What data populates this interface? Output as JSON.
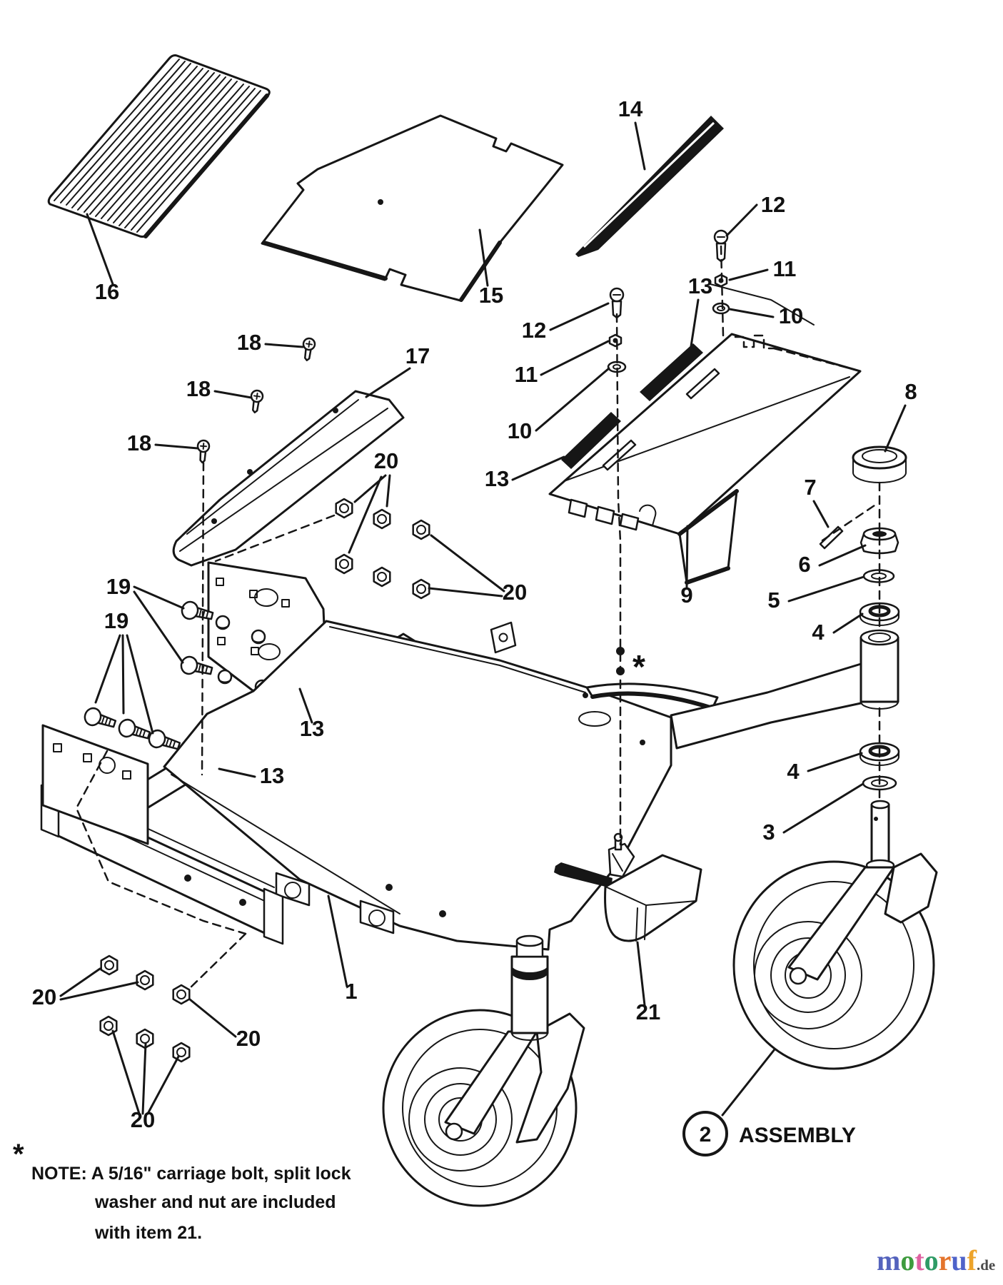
{
  "labels": {
    "1": "1",
    "2": "2",
    "3": "3",
    "4": "4",
    "5": "5",
    "6": "6",
    "7": "7",
    "8": "8",
    "9": "9",
    "10": "10",
    "11": "11",
    "12": "12",
    "13": "13",
    "14": "14",
    "15": "15",
    "16": "16",
    "17": "17",
    "18": "18",
    "19": "19",
    "20": "20",
    "21": "21"
  },
  "symbols": {
    "asterisk": "*"
  },
  "note": {
    "marker": "*",
    "line1": "NOTE: A 5/16\" carriage bolt, split lock",
    "line2": "washer and nut are included",
    "line3": "with item 21."
  },
  "assembly": {
    "number": "2",
    "label": "ASSEMBLY"
  },
  "watermark": {
    "letters": [
      {
        "ch": "m",
        "style": "color:#5463bd"
      },
      {
        "ch": "o",
        "style": "color:#3e9b3e"
      },
      {
        "ch": "t",
        "style": "color:#df61a1"
      },
      {
        "ch": "o",
        "style": "color:#2f9b66"
      },
      {
        "ch": "r",
        "style": "color:#e4742c"
      },
      {
        "ch": "u",
        "style": "color:#4f63c9"
      },
      {
        "ch": "f",
        "style": "color:#eda32a"
      }
    ],
    "suffix": ".de",
    "suffix_style": "color:#4a4a4a"
  }
}
